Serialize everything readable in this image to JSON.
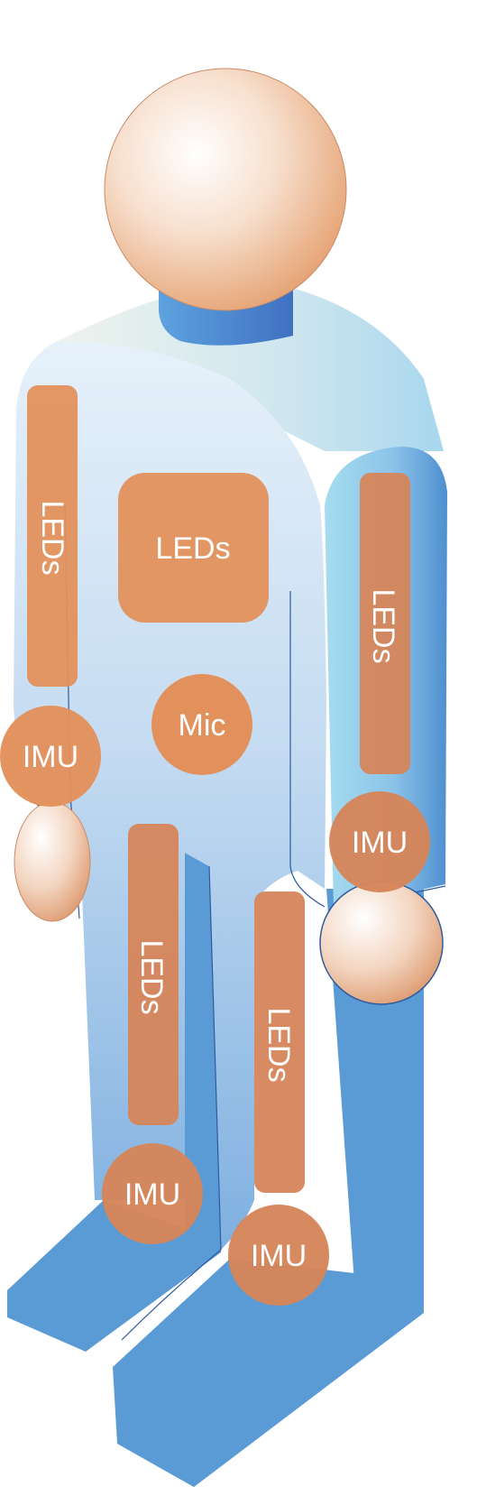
{
  "figure": {
    "colors": {
      "suit_light": "#dcebf7",
      "suit_mid": "#9ec3e6",
      "suit_dark": "#5b9bd5",
      "skin_light": "#ffffff",
      "skin_dark": "#e9a36f",
      "component_orange": "#e2915c",
      "collar_blue": "#4f86d0"
    },
    "components": {
      "torso_leds": "LEDs",
      "left_arm_leds": "LEDs",
      "right_arm_leds": "LEDs",
      "left_leg_leds": "LEDs",
      "right_leg_leds": "LEDs",
      "mic": "Mic",
      "left_wrist_imu": "IMU",
      "right_wrist_imu": "IMU",
      "left_ankle_imu": "IMU",
      "right_ankle_imu": "IMU"
    }
  }
}
